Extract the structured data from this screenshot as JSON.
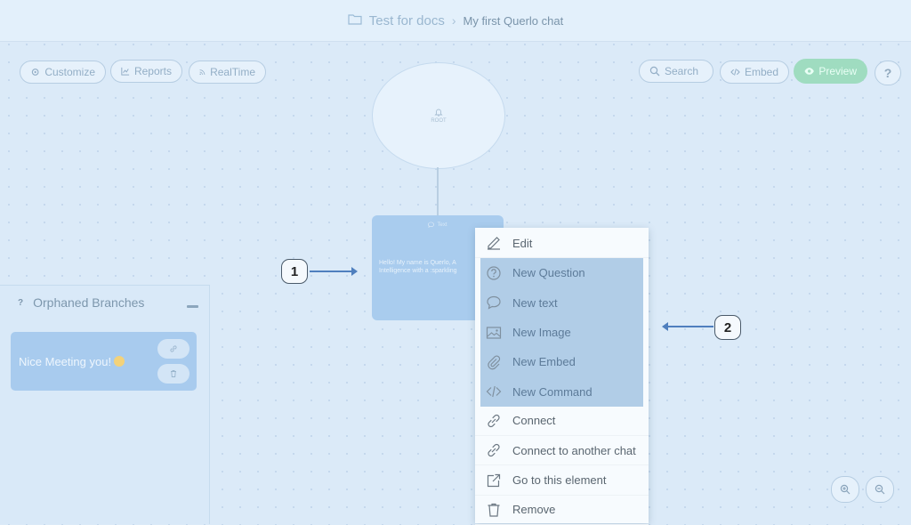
{
  "breadcrumb": {
    "folder_icon": "folder-icon",
    "folder": "Test for docs",
    "separator": "›",
    "chat": "My first Querlo chat"
  },
  "toolbar_left": [
    {
      "label": "Customize",
      "icon": "gear-icon"
    },
    {
      "label": "Reports",
      "icon": "chart-icon"
    },
    {
      "label": "RealTime",
      "icon": "rss-icon"
    }
  ],
  "toolbar_right": {
    "search": "Search",
    "embed": "Embed",
    "preview": "Preview",
    "help": "?"
  },
  "root_node": {
    "label": "ROOT",
    "icon": "bell-icon"
  },
  "text_node": {
    "type": "Text",
    "line1": "Hello! My name is Querlo, A",
    "line2": "Intelligence with a :sparkling"
  },
  "callouts": [
    "1",
    "2"
  ],
  "orphaned": {
    "icon": "?",
    "title": "Orphaned Branches",
    "card_text": "Nice Meeting you!"
  },
  "context_menu": [
    {
      "label": "Edit",
      "icon": "edit-icon"
    },
    {
      "label": "New Question",
      "icon": "question-circle-icon"
    },
    {
      "label": "New text",
      "icon": "chat-bubble-icon"
    },
    {
      "label": "New Image",
      "icon": "image-icon"
    },
    {
      "label": "New Embed",
      "icon": "paperclip-icon"
    },
    {
      "label": "New Command",
      "icon": "code-icon"
    },
    {
      "label": "Connect",
      "icon": "link-icon"
    },
    {
      "label": "Connect to another chat",
      "icon": "link-icon"
    },
    {
      "label": "Go to this element",
      "icon": "external-link-icon"
    },
    {
      "label": "Remove",
      "icon": "trash-icon"
    }
  ],
  "colors": {
    "highlight": "#b1cde7",
    "preview": "#9fdcc0",
    "node": "#a9ccee",
    "arrow": "#4f7fbe"
  }
}
